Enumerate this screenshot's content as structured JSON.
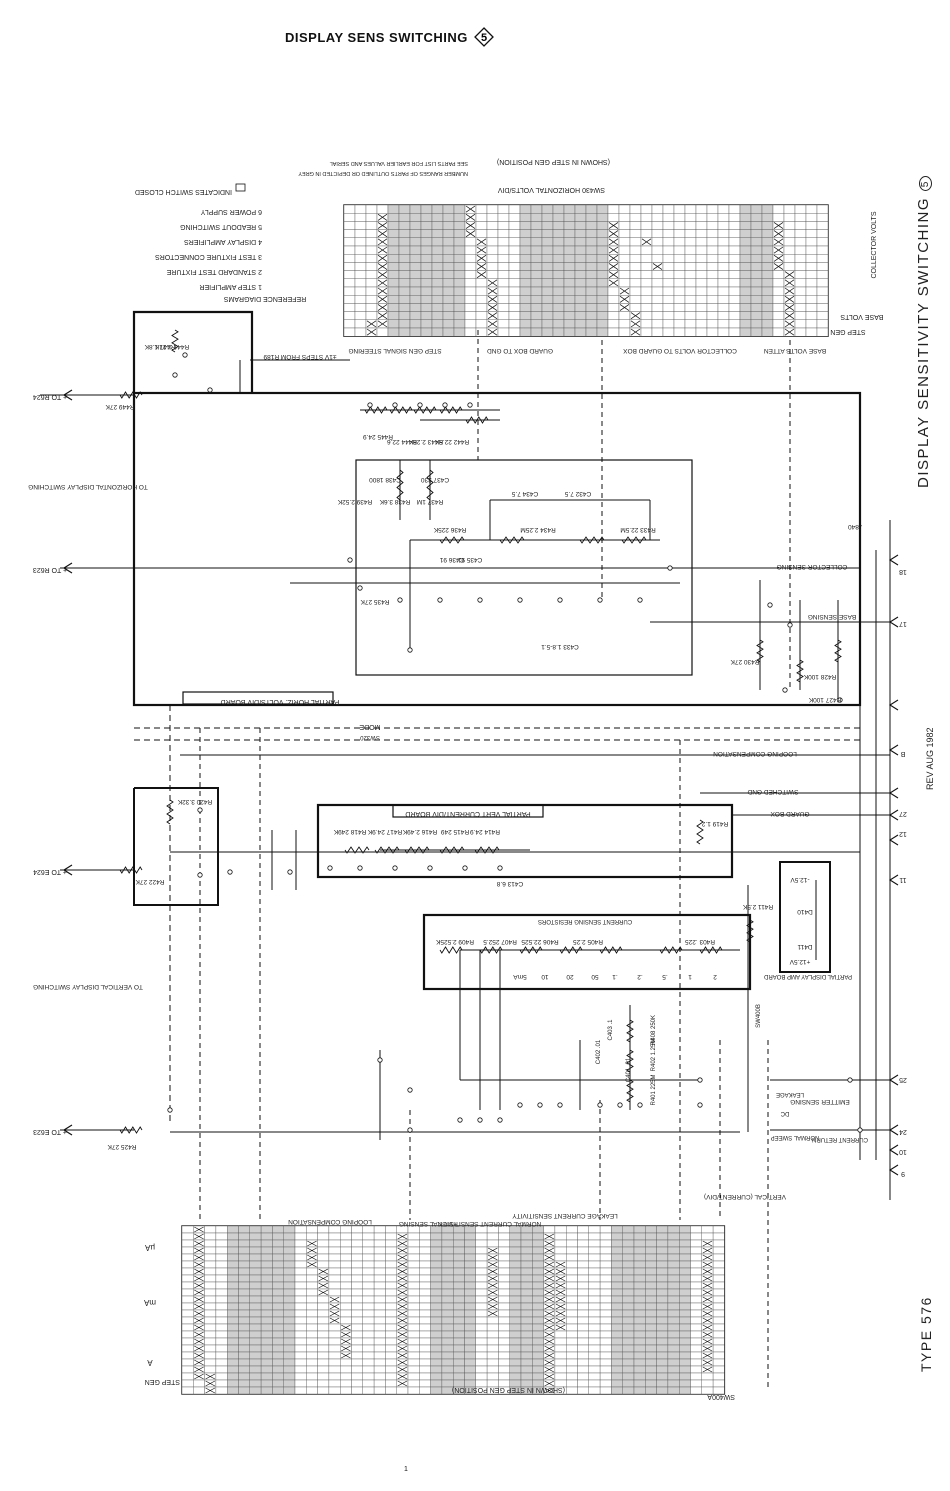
{
  "header": {
    "title": "DISPLAY SENS SWITCHING",
    "badge": "5"
  },
  "side_title": "DISPLAY SENSITIVITY SWITCHING",
  "side_badge": "5",
  "rev_date": "REV AUG 1982",
  "type_label": "TYPE 576",
  "page_number": "1",
  "legend": {
    "heading": "REFERENCE DIAGRAMS",
    "items": [
      "1 STEP AMPLIFIER",
      "2 STANDARD TEST FIXTURE",
      "3 TEST FIXTURE CONNECTORS",
      "4 DISPLAY AMPLIFIERS",
      "5 READOUT SWITCHING",
      "6 POWER SUPPLY"
    ],
    "closed_note": "INDICATES SWITCH CLOSED"
  },
  "boards": {
    "horiz": "PARTIAL HORIZ. VOLTS/DIV BOARD",
    "vert": "PARTIAL VERT CURRENT/DIV BOARD",
    "display_amp": "PARTIAL DISPLAY AMP BOARD",
    "mode": "MODE"
  },
  "switches": {
    "sw430": "SW430 HORIZONTAL VOLTS/DIV",
    "sw400a": "VERTICAL (CURRENT/DIV)",
    "sw320": "SW320",
    "sw400b": "SW400B",
    "sw400a_bottom": "SW400A",
    "top_note": "(SHOWN IN STEP GEN POSITION)",
    "bottom_note": "(SHOWN IN STEP GEN POSITION)",
    "grey_note": "SEE PARTS LIST FOR EARLIER VALUES AND SERIAL NUMBER RANGES OF PARTS OUTLINED OR DEPICTED IN GREY"
  },
  "top_groups": [
    "STEP GEN SIGNAL STEERING",
    "GUARD BOX TO GND",
    "COLLECTOR VOLTS TO GUARD BOX",
    "BASE VOLTS ATTEN"
  ],
  "top_side_labels": {
    "collector_volts": "COLLECTOR VOLTS",
    "base_volts": "BASE VOLTS",
    "step_gen": "STEP GEN"
  },
  "bottom_groups": [
    "LOOPING COMPENSATION",
    "+SIGNAL SENSING",
    "NORMAL CURRENT SENSITIVITY",
    "LEAKAGE CURRENT SENSITIVITY"
  ],
  "bottom_side_labels": {
    "step_gen": "STEP GEN",
    "amps": "A",
    "milliamps": "mA",
    "microamps": "µA"
  },
  "signals": {
    "collector_sensing": "COLLECTOR SENSING",
    "base_sensing": "BASE SENSING",
    "looping_compensation": "LOOPING COMPENSATION",
    "switched_gnd": "SWITCHED GND",
    "guard_box": "GUARD BOX",
    "emitter_sensing": "EMITTER SENSING",
    "leakage": "LEAKAGE",
    "dc": "DC",
    "normal_sweep": "NORMAL SWEEP",
    "current_return": "CURRENT RETURN",
    "current_sensing": "CURRENT SENSING RESISTORS",
    "step_gen_1v": "±1V STEPS FROM R189"
  },
  "outputs": {
    "to_r624": "+ TO R624",
    "to_r623": "+ TO R623",
    "to_e624": "+ TO E624",
    "to_e623": "+ TO E623",
    "to_horiz": "TO HORIZONTAL DISPLAY SWITCHING",
    "to_vert": "TO VERTICAL DISPLAY SWITCHING"
  },
  "components": {
    "horiz_resistors": [
      "R445 24.9",
      "R444 22.6",
      "R443 2.26K",
      "R442 22.5K",
      "R441 1.21K"
    ],
    "horiz_mid": [
      "R439 2.52K",
      "R438 3.6K",
      "R437 1M",
      "R436 225K",
      "R434 2.25M",
      "R433 22.5M"
    ],
    "horiz_caps": [
      "C438 1800",
      "C437 330",
      "C434 7.5",
      "C432 7.5",
      "C436 91",
      "C435 91",
      "C433 1.8-5.1"
    ],
    "horiz_misc": [
      "R435 27K",
      "R449 27K",
      "R447 1.8K",
      "R430 27K",
      "R428 100K",
      "R427 100K",
      "J840"
    ],
    "vert_resistors": [
      "R414 24.9",
      "R415 249",
      "R416 2.49K",
      "R417 24.9K",
      "R418 249K"
    ],
    "vert_misc": [
      "C413 6.8",
      "R420 3.32K",
      "R422 27K",
      "R419 1.2",
      "R425 27K"
    ],
    "sense_resistors": [
      "R409 2.525K",
      "R407 252.5",
      "R406 22.525",
      "R405 2.25",
      "R403 .225",
      "R411 2.5K"
    ],
    "sense_values": [
      "5mA",
      "10",
      "20",
      "50",
      ".1",
      ".2",
      ".5",
      "1",
      "2"
    ],
    "leak_parts": [
      "R401 225M",
      "R402 1.25M",
      "R408 250K",
      "C401 .01",
      "C402 .01",
      "C403 .1"
    ],
    "diodes": [
      "D410",
      "D411"
    ],
    "rails": [
      "-12.5V",
      "+12.5V"
    ]
  },
  "jacks_right": [
    "18",
    "17",
    "B",
    "27",
    "12",
    "11",
    "25",
    "24",
    "10",
    "9"
  ]
}
